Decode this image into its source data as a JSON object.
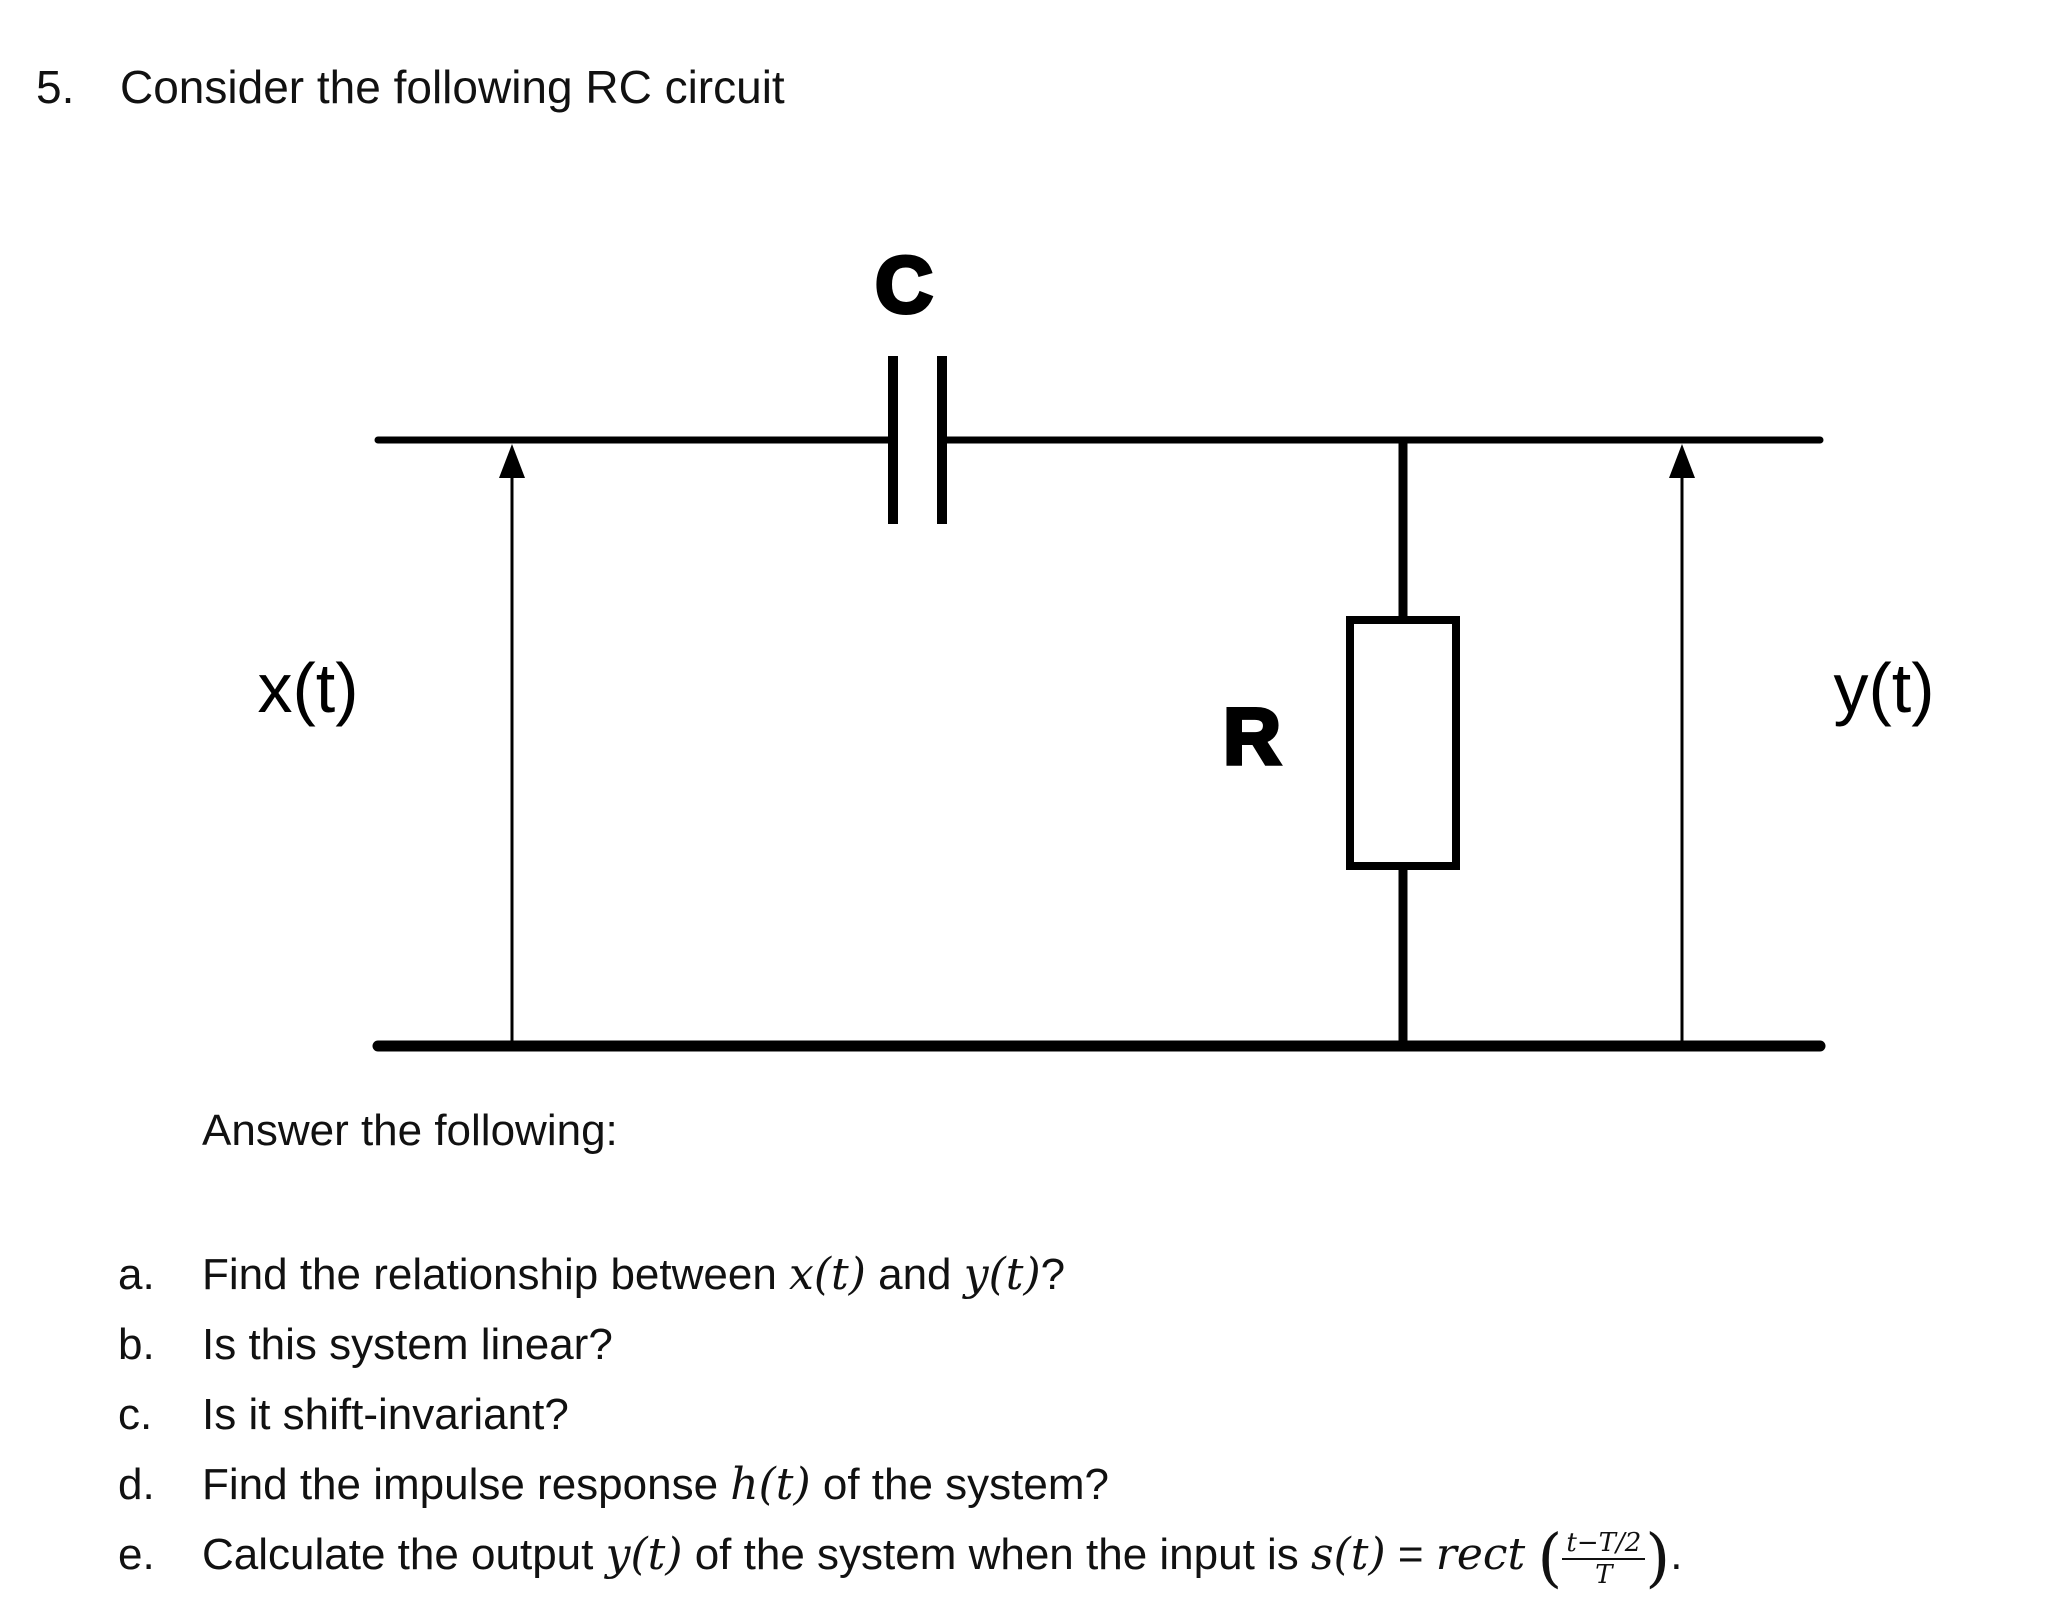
{
  "question": {
    "number": "5.",
    "text": "Consider the following RC circuit"
  },
  "circuit": {
    "capacitor_label": "C",
    "resistor_label": "R",
    "input_label": "x(t)",
    "output_label": "y(t)"
  },
  "answer_heading": "Answer the following:",
  "items": [
    {
      "marker": "a.",
      "parts": [
        "Find the relationship between ",
        "x(t)",
        " and ",
        "y(t)",
        "?"
      ]
    },
    {
      "marker": "b.",
      "parts": [
        "Is this system linear?"
      ]
    },
    {
      "marker": "c.",
      "parts": [
        "Is it shift-invariant?"
      ]
    },
    {
      "marker": "d.",
      "parts": [
        "Find the impulse response ",
        "h(t)",
        " of the system?"
      ]
    },
    {
      "marker": "e.",
      "parts": [
        "Calculate the output ",
        "y(t)",
        " of the system when the input is ",
        "s(t)",
        " = ",
        "rect"
      ],
      "fraction": {
        "numerator": "t−T/2",
        "denominator": "T"
      },
      "trailing": "."
    }
  ]
}
